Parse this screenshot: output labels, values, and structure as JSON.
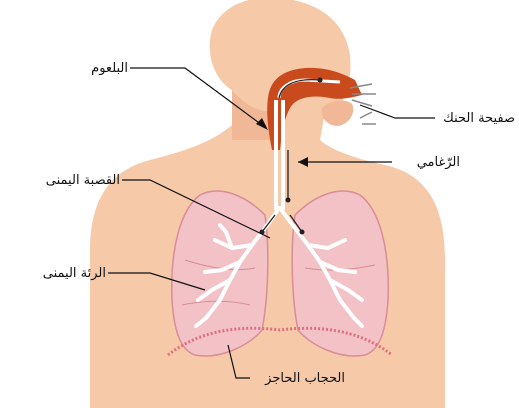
{
  "labels": {
    "pharynx": "البلعوم",
    "soft_palate": "صفيحة الحنك",
    "right_bronchus": "القصبة اليمنى",
    "trachea": "الرّغامي",
    "right_lung": "الرئة اليمنى",
    "diaphragm": "الحجاب الحاجز"
  },
  "colors": {
    "skin": "#f6c9a8",
    "skin_shade": "#eeb08e",
    "lung": "#f2c2c6",
    "lung_edge": "#d98d98",
    "airway": "#c94a1c",
    "airway_tube": "#f4f4f4",
    "diaphragm": "#e07080"
  }
}
